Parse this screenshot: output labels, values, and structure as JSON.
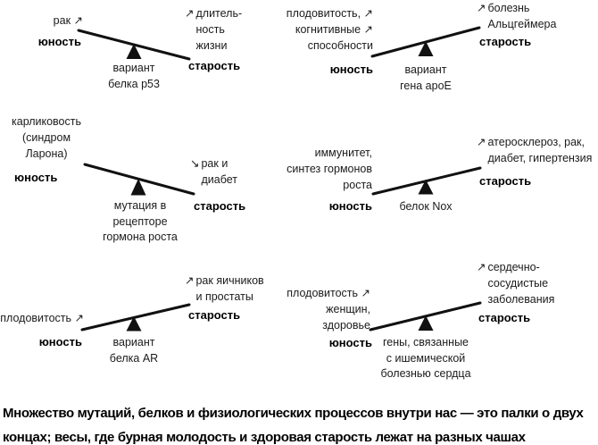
{
  "colors": {
    "ink": "#1b1b1b",
    "background": "#ffffff"
  },
  "seesaws": [
    {
      "name": "p53",
      "tilt": "left-up",
      "left": {
        "risk": "рак ↗",
        "age": "юность"
      },
      "right": {
        "arrow": "↗",
        "risk": "длитель-\nность\nжизни",
        "age": "старость"
      },
      "fulcrum": "вариант\nбелка p53"
    },
    {
      "name": "apoE",
      "tilt": "right-up",
      "left": {
        "risk": "плодовитость, ↗\nкогнитивные ↗\nспособности",
        "age": "юность"
      },
      "right": {
        "arrow": "↗",
        "risk": "болезнь\nАльцгеймера",
        "age": "старость"
      },
      "fulcrum": "вариант\nгена apoE"
    },
    {
      "name": "growth-hormone-receptor",
      "tilt": "left-up",
      "left": {
        "risk": "карликовость\n(синдром\nЛарона)",
        "age": "юность"
      },
      "right": {
        "arrow": "↘",
        "risk": "рак и\nдиабет",
        "age": "старость"
      },
      "fulcrum": "мутация в\nрецепторе\nгормона роста"
    },
    {
      "name": "Nox",
      "tilt": "right-up",
      "left": {
        "risk": "иммунитет,\nсинтез гормонов\nроста",
        "age": "юность"
      },
      "right": {
        "arrow": "↗",
        "risk": "атеросклероз, рак,\nдиабет, гипертензия",
        "age": "старость"
      },
      "fulcrum": "белок Nox"
    },
    {
      "name": "AR",
      "tilt": "right-up",
      "left": {
        "risk": "плодовитость ↗",
        "age": "юность"
      },
      "right": {
        "arrow": "↗",
        "risk": "рак яичников\nи простаты",
        "age": "старость"
      },
      "fulcrum": "вариант\nбелка AR"
    },
    {
      "name": "CHD-genes",
      "tilt": "right-up",
      "left": {
        "risk": "плодовитость ↗\nженщин,\nздоровье",
        "age": "юность"
      },
      "right": {
        "arrow": "↗",
        "risk": "сердечно-\nсосудистые\nзаболевания",
        "age": "старость"
      },
      "fulcrum": "гены, связанные\nс ишемической\nболезнью сердца"
    }
  ],
  "caption": "Множество мутаций, белков и физиологических процессов внутри нас — это палки о двух\nконцах; весы, где бурная молодость и здоровая старость лежат на разных чашах"
}
